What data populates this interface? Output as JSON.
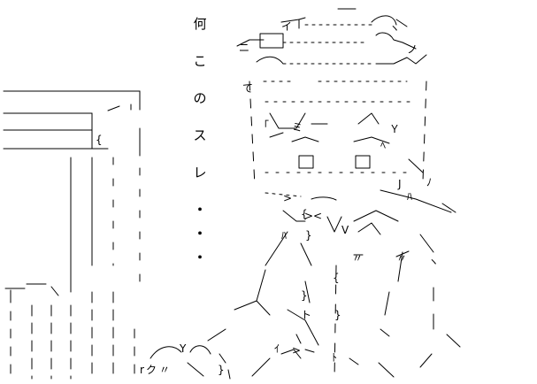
{
  "caption_chars": [
    "何",
    "こ",
    "の",
    "ス",
    "レ",
    "・",
    "・",
    "・"
  ],
  "art_chars": {
    "a": "イ",
    "b": "て",
    "c": "ミ",
    "d": "ニ",
    "e": "ヽ",
    "f": "ノ",
    "g": "V",
    "h": "r",
    "i": "ク",
    "j": "〃",
    "k": "ｲ",
    "l": "Y",
    "m": "J",
    "n": "{",
    "o": "}",
    "p": "ﾉ",
    "q": "ﾊ",
    "r": "Ｙ",
    "s": "｢",
    "t": "ﾍ",
    "u": "><",
    "v": ">",
    "w": "ト",
    "x": "ﾄ"
  }
}
